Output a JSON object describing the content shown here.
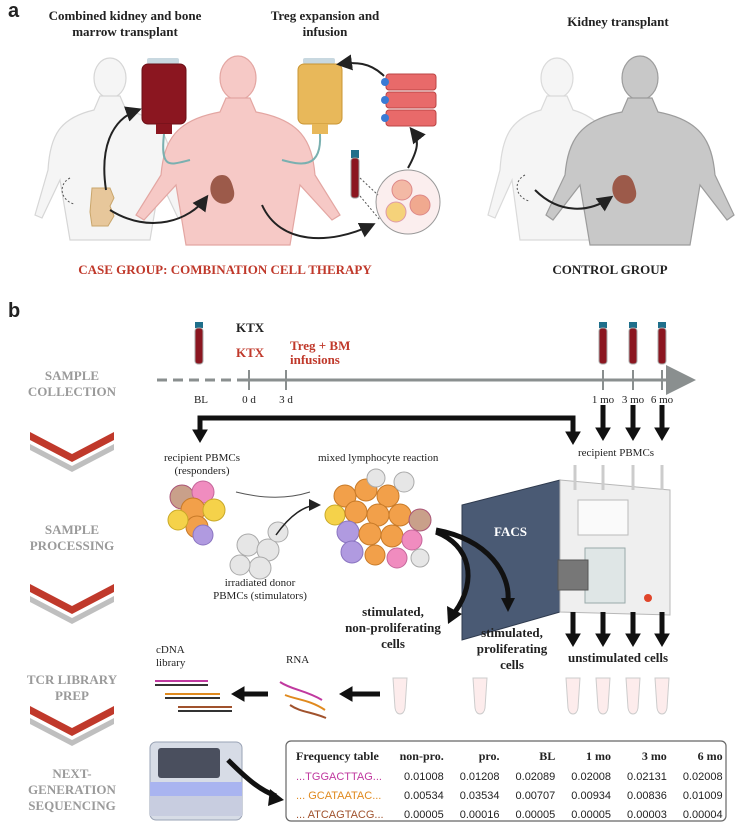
{
  "panel_a": {
    "label": "a",
    "title_combined": [
      "Combined kidney and bone",
      "marrow transplant"
    ],
    "title_treg": [
      "Treg expansion and",
      "infusion"
    ],
    "title_kidney": "Kidney transplant",
    "case_group": "CASE GROUP: COMBINATION CELL THERAPY",
    "control_group": "CONTROL GROUP"
  },
  "panel_b": {
    "label": "b",
    "steps": [
      [
        "SAMPLE",
        "COLLECTION"
      ],
      [
        "SAMPLE",
        "PROCESSING"
      ],
      [
        "TCR LIBRARY",
        "PREP"
      ],
      [
        "NEXT-",
        "GENERATION",
        "SEQUENCING"
      ]
    ],
    "timeline": {
      "ktx_black": "KTX",
      "ktx_red": "KTX",
      "infusion": [
        "Treg + BM",
        "infusions"
      ],
      "ticks": [
        "BL",
        "0 d",
        "3 d",
        "1 mo",
        "3 mo",
        "6 mo"
      ]
    },
    "processing": {
      "recipient_pbmcs": [
        "recipient PBMCs",
        "(responders)"
      ],
      "mlr": "mixed lymphocyte reaction",
      "donor": [
        "irradiated donor",
        "PBMCs (stimulators)"
      ],
      "recipient_pbmcs_right": "recipient PBMCs",
      "facs": "FACS",
      "stim_nonprolif": [
        "stimulated,",
        "non-proliferating",
        "cells"
      ],
      "stim_prolif": [
        "stimulated,",
        "proliferating",
        "cells"
      ],
      "unstim": "unstimulated cells"
    },
    "library": {
      "cdna": [
        "cDNA",
        "library"
      ],
      "rna": "RNA"
    },
    "frequency_table": {
      "headers": [
        "Frequency table",
        "non-pro.",
        "pro.",
        "BL",
        "1 mo",
        "3 mo",
        "6 mo"
      ],
      "rows": [
        {
          "seq": "...TGGACTTAG...",
          "color": "#c0399f",
          "values": [
            "0.01008",
            "0.01208",
            "0.02089",
            "0.02008",
            "0.02131",
            "0.02008"
          ]
        },
        {
          "seq": "... GCATAATAC...",
          "color": "#e08a1e",
          "values": [
            "0.00534",
            "0.03534",
            "0.00707",
            "0.00934",
            "0.00836",
            "0.01009"
          ]
        },
        {
          "seq": "... ATCAGTACG...",
          "color": "#a0522d",
          "values": [
            "0.00005",
            "0.00016",
            "0.00005",
            "0.00005",
            "0.00003",
            "0.00004"
          ]
        }
      ]
    }
  },
  "colors": {
    "case_red": "#c0392b",
    "step_gray": "#9a9a9a",
    "body_pink": "#f6c9c6",
    "body_gray": "#c8c8c8",
    "timeline_gray": "#8a8f8f"
  }
}
